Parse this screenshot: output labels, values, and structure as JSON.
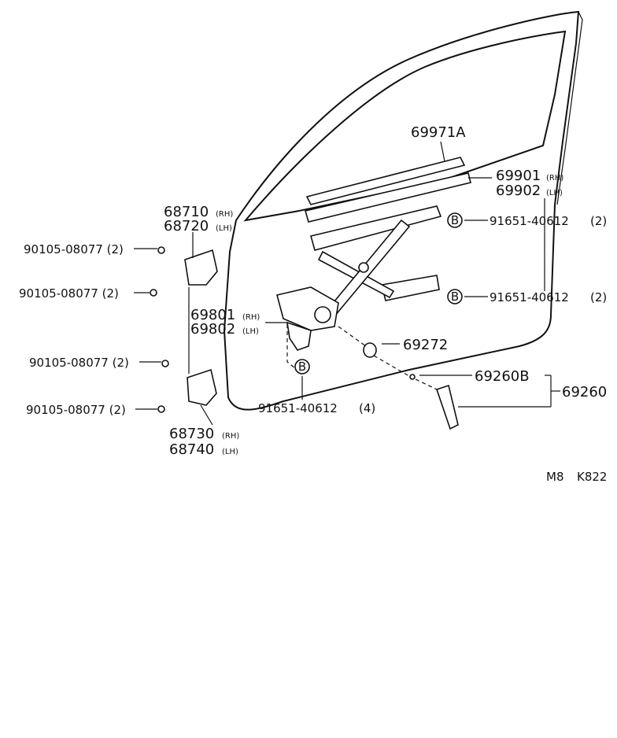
{
  "parts": {
    "p69971A": "69971A",
    "p69901": "69901",
    "p69901_side": "(RH)",
    "p69902": "69902",
    "p69902_side": "(LH)",
    "bolt_b_upper": "91651-40612",
    "bolt_b_upper_qty": "(2)",
    "bolt_b_lower": "91651-40612",
    "bolt_b_lower_qty": "(2)",
    "p68710": "68710",
    "p68710_side": "(RH)",
    "p68720": "68720",
    "p68720_side": "(LH)",
    "screw_1": "90105-08077 (2)",
    "screw_2": "90105-08077 (2)",
    "screw_3": "90105-08077 (2)",
    "screw_4": "90105-08077 (2)",
    "p69801": "69801",
    "p69801_side": "(RH)",
    "p69802": "69802",
    "p69802_side": "(LH)",
    "p69272": "69272",
    "p69260B": "69260B",
    "p69260": "69260",
    "bolt_b_bottom": "91651-40612",
    "bolt_b_bottom_qty": "(4)",
    "p68730": "68730",
    "p68730_side": "(RH)",
    "p68740": "68740",
    "p68740_side": "(LH)",
    "b_mark": "B",
    "ref_code_1": "M8",
    "ref_code_2": "K822"
  }
}
